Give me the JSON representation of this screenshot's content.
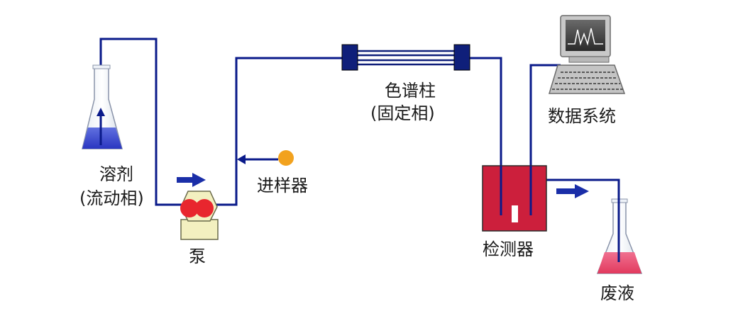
{
  "labels": {
    "solvent": "溶剂",
    "mobile_phase": "(流动相)",
    "pump": "泵",
    "injector": "进样器",
    "column": "色谱柱",
    "stationary_phase": "(固定相)",
    "data_system": "数据系统",
    "detector": "检测器",
    "waste": "废液"
  },
  "colors": {
    "tubing": "#0a1a8a",
    "arrow": "#1a2ea8",
    "solvent_liquid": "#3a4ad0",
    "pump_rotor": "#e8262e",
    "pump_base": "#f3f0c0",
    "injector_dot": "#f2a21e",
    "detector_body": "#cc1f3c",
    "column_end": "#0f1f7a",
    "waste_liquid": "#e85a78",
    "monitor_gray": "#b8b8b8"
  },
  "icons": [
    "solvent-flask-icon",
    "pump-icon",
    "injector-icon",
    "column-icon",
    "computer-icon",
    "detector-icon",
    "waste-flask-icon",
    "flow-arrow-icon"
  ]
}
